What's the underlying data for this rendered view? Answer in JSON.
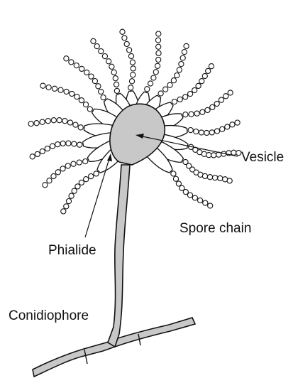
{
  "labels": {
    "vesicle": "Vesicle",
    "spore_chain": "Spore chain",
    "phialide": "Phialide",
    "conidiophore": "Conidiophore"
  },
  "colors": {
    "structure_fill": "#c8c8c8",
    "outline": "#111111",
    "background": "#ffffff"
  }
}
